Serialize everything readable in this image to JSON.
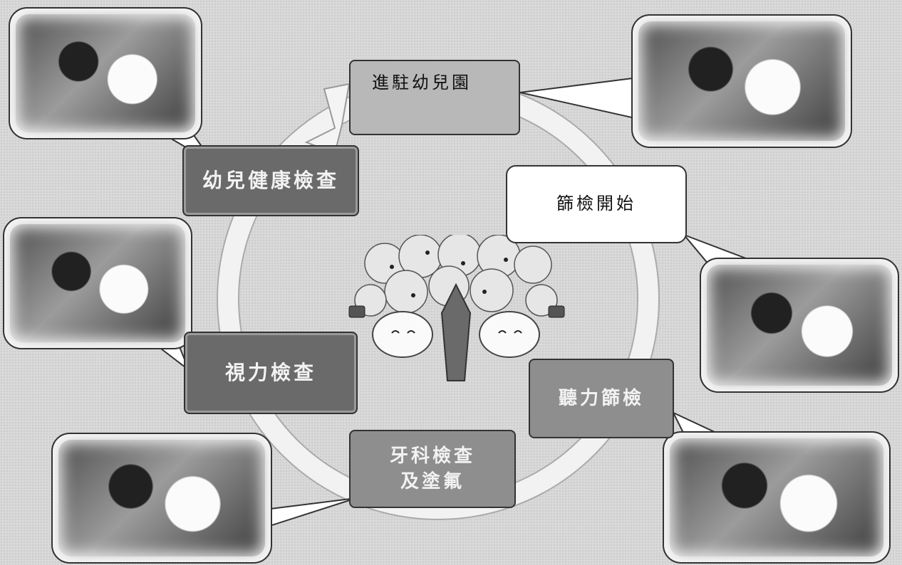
{
  "labels": {
    "enter": "進駐幼兒園",
    "start": "篩檢開始",
    "hearing": "聽力篩檢",
    "dental": "牙科檢查\n及塗氟",
    "vision": "視力檢查",
    "health": "幼兒健康檢查"
  },
  "colors": {
    "dark_box": "#6a6a6a",
    "light_box": "#b8b8b8",
    "white_box": "#ffffff",
    "medium_box": "#8e8e8e",
    "ring": "#efefef"
  }
}
